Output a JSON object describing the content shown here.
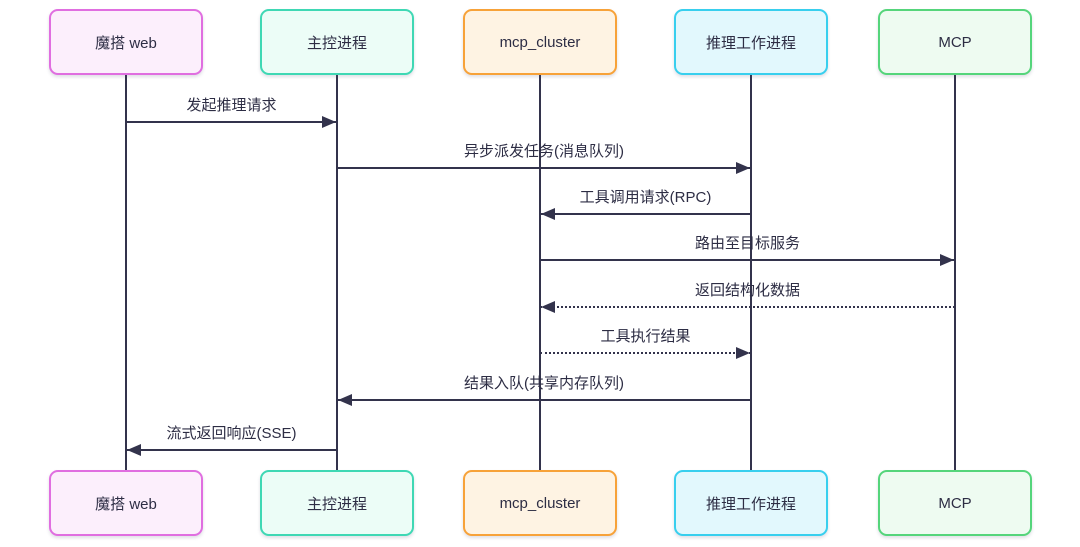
{
  "diagram": {
    "type": "sequence",
    "background_color": "#ffffff",
    "line_color": "#33334c",
    "text_color": "#2d2d44",
    "actors": [
      {
        "id": "modao-web",
        "label": "魔搭 web",
        "border_color": "#e06ee0",
        "fill_color": "#fceffc"
      },
      {
        "id": "master-process",
        "label": "主控进程",
        "border_color": "#3fd8b4",
        "fill_color": "#ecfdf7"
      },
      {
        "id": "mcp-cluster",
        "label": "mcp_cluster",
        "border_color": "#f7a239",
        "fill_color": "#fef3e3"
      },
      {
        "id": "inference-worker",
        "label": "推理工作进程",
        "border_color": "#38cfee",
        "fill_color": "#e2f8fd"
      },
      {
        "id": "mcp",
        "label": "MCP",
        "border_color": "#55d57b",
        "fill_color": "#eefbf1"
      }
    ],
    "messages": [
      {
        "label": "发起推理请求",
        "from": 0,
        "to": 1,
        "line": "solid"
      },
      {
        "label": "异步派发任务(消息队列)",
        "from": 1,
        "to": 3,
        "line": "solid"
      },
      {
        "label": "工具调用请求(RPC)",
        "from": 3,
        "to": 2,
        "line": "solid"
      },
      {
        "label": "路由至目标服务",
        "from": 2,
        "to": 4,
        "line": "solid"
      },
      {
        "label": "返回结构化数据",
        "from": 4,
        "to": 2,
        "line": "dotted"
      },
      {
        "label": "工具执行结果",
        "from": 2,
        "to": 3,
        "line": "dotted"
      },
      {
        "label": "结果入队(共享内存队列)",
        "from": 3,
        "to": 1,
        "line": "solid"
      },
      {
        "label": "流式返回响应(SSE)",
        "from": 1,
        "to": 0,
        "line": "solid"
      }
    ]
  }
}
